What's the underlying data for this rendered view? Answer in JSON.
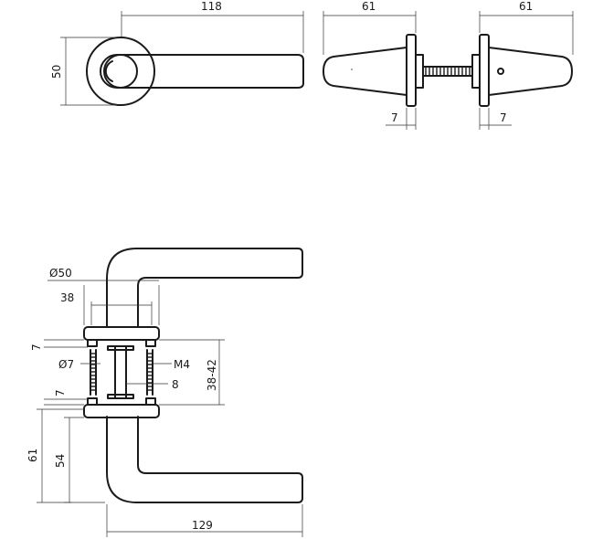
{
  "top_left_view": {
    "width_label": "118",
    "height_label": "50"
  },
  "top_right_view": {
    "left_width_label": "61",
    "right_width_label": "61",
    "left_rose_label": "7",
    "right_rose_label": "7"
  },
  "bottom_view": {
    "rose_diameter_label": "Ø50",
    "inner_width_label": "38",
    "top_rose_label": "7",
    "screw_diameter_label": "Ø7",
    "thread_label": "M4",
    "spindle_label": "8",
    "door_range_label": "38-42",
    "bottom_rose_label": "7",
    "outer_height_label": "61",
    "inner_height_label": "54",
    "length_label": "129"
  }
}
